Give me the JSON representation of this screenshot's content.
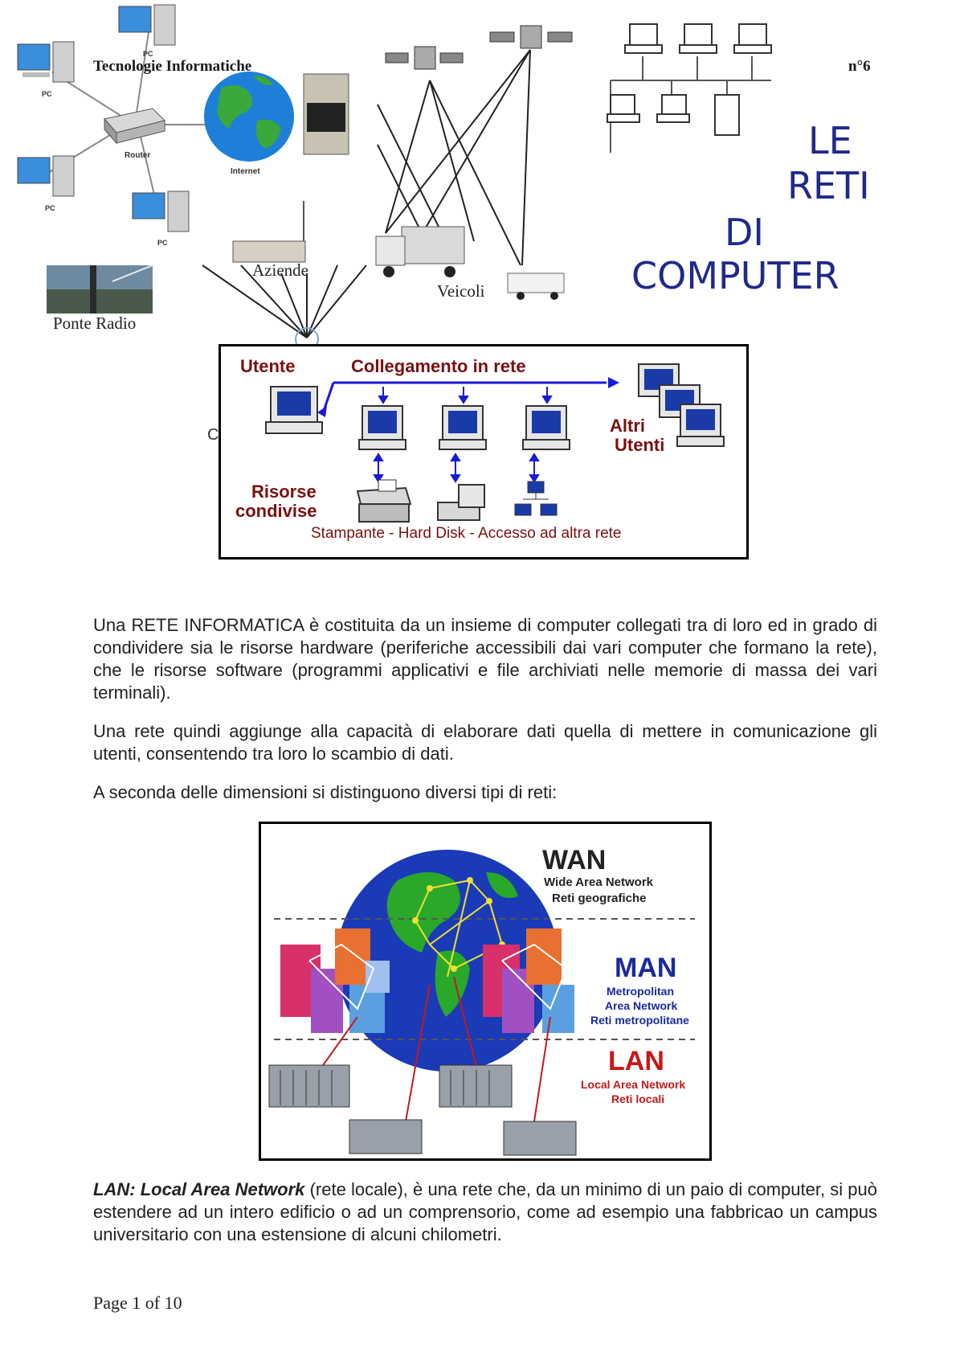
{
  "header": {
    "title": "Tecnologie Informatiche",
    "number": "n°6"
  },
  "main_title": [
    "LE",
    "RETI",
    "DI",
    "COMPUTER"
  ],
  "top_collage": {
    "pc_label": "PC",
    "router_label": "Router",
    "internet_label": "Internet",
    "aziende": "Aziende",
    "veicoli": "Veicoli",
    "ponte_radio": "Ponte Radio"
  },
  "network_diagram": {
    "utente": "Utente",
    "collegamento": "Collegamento in rete",
    "altri_utenti_1": "Altri",
    "altri_utenti_2": "Utenti",
    "risorse_1": "Risorse",
    "risorse_2": "condivise",
    "resources_caption": "Stampante - Hard Disk - Accesso ad altra rete",
    "stray_letter": "C"
  },
  "paragraphs": [
    "Una RETE INFORMATICA è costituita da un insieme di computer collegati tra di loro ed in grado di condividere sia le risorse hardware (periferiche accessibili dai vari computer che formano la rete), che le risorse software (programmi applicativi e file archiviati nelle memorie di massa dei vari terminali).",
    "Una rete quindi aggiunge alla capacità di elaborare dati quella di mettere in comunicazione gli utenti, consentendo tra loro lo scambio di dati.",
    "A seconda delle dimensioni si distinguono diversi tipi di reti:"
  ],
  "wan_diagram": {
    "wan": "WAN",
    "wan_1": "Wide Area Network",
    "wan_2": "Reti geografiche",
    "man": "MAN",
    "man_1": "Metropolitan",
    "man_2": "Area Network",
    "man_3": "Reti metropolitane",
    "lan": "LAN",
    "lan_1": "Local Area Network",
    "lan_2": "Reti locali"
  },
  "lan_definition": {
    "term": "LAN: Local Area Network",
    "text": " (rete locale), è una rete che, da un minimo di un paio di computer, si può estendere ad un intero edificio o ad un comprensorio, come ad esempio una fabbricao un campus universitario con una estensione di alcuni chilometri."
  },
  "footer": "Page 1 of 10",
  "colors": {
    "title_blue": "#1f2a8a",
    "diagram_red": "#7a1010",
    "link_blue": "#1a1ad6",
    "man_blue": "#1a2aa0",
    "lan_red": "#c81818"
  }
}
